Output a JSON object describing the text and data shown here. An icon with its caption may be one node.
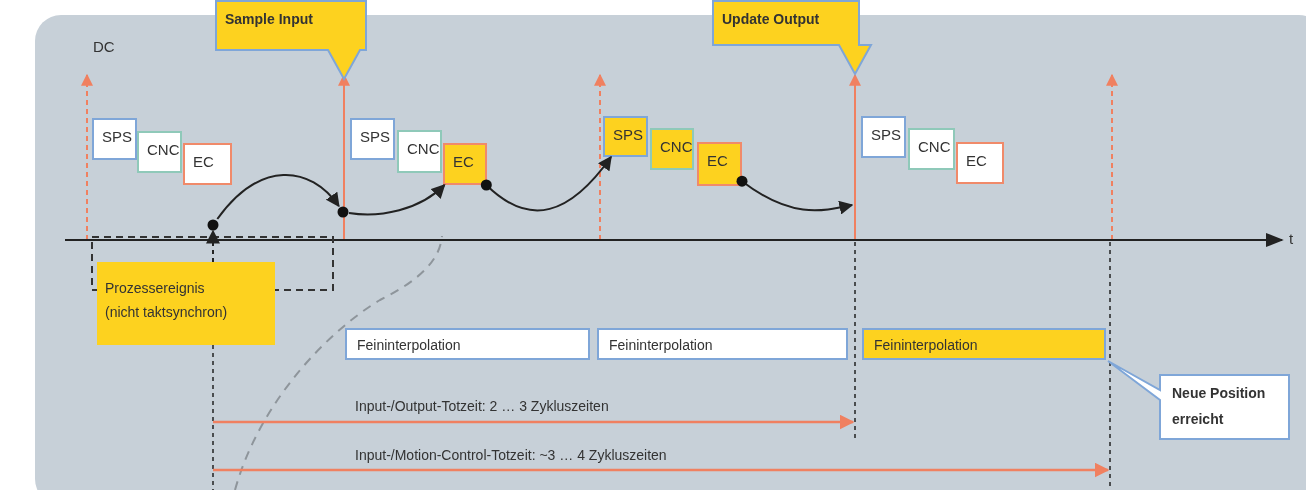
{
  "diagram": {
    "nodes": [
      {
        "text": [
          "Sample Input"
        ]
      },
      {
        "text": [
          "Update Output"
        ]
      },
      {
        "text": [
          "SPS"
        ]
      },
      {
        "text": [
          "CNC"
        ]
      },
      {
        "text": [
          "EC"
        ]
      },
      {
        "text": [
          "SPS"
        ]
      },
      {
        "text": [
          "CNC"
        ]
      },
      {
        "text": [
          "EC"
        ]
      },
      {
        "text": [
          "SPS"
        ]
      },
      {
        "text": [
          "CNC"
        ]
      },
      {
        "text": [
          "EC"
        ]
      },
      {
        "text": [
          "SPS"
        ]
      },
      {
        "text": [
          "CNC"
        ]
      },
      {
        "text": [
          "EC"
        ]
      },
      {
        "text": [
          "Prozessereignis (nicht taktsynchron)"
        ]
      },
      {
        "text": [
          "Feininterpolation"
        ]
      },
      {
        "text": [
          "Feininterpolation"
        ]
      },
      {
        "text": [
          "Feininterpolation"
        ]
      },
      {
        "text": [
          "Neue Position erreicht"
        ]
      },
      {
        "text": [],
        "shape": "circle"
      },
      {
        "text": [],
        "shape": "circle"
      }
    ],
    "edges": [
      {
        "from": 19,
        "to": 20,
        "arrow": "to"
      },
      {
        "from": 20,
        "to": 7,
        "arrow": "to"
      },
      {
        "from": 7,
        "to": 8,
        "arrow": "to"
      },
      {
        "from": 10,
        "to": null,
        "arrow": "to"
      },
      {
        "from": 14,
        "to": 19,
        "arrow": "to",
        "style": "dashed"
      }
    ],
    "labels": [
      "DC",
      "t",
      "Input-/Output-Totzeit: 2 … 3 Zykluszeiten",
      "Input-/Motion-Control-Totzeit: ~3 … 4 Zykluszeiten"
    ]
  }
}
